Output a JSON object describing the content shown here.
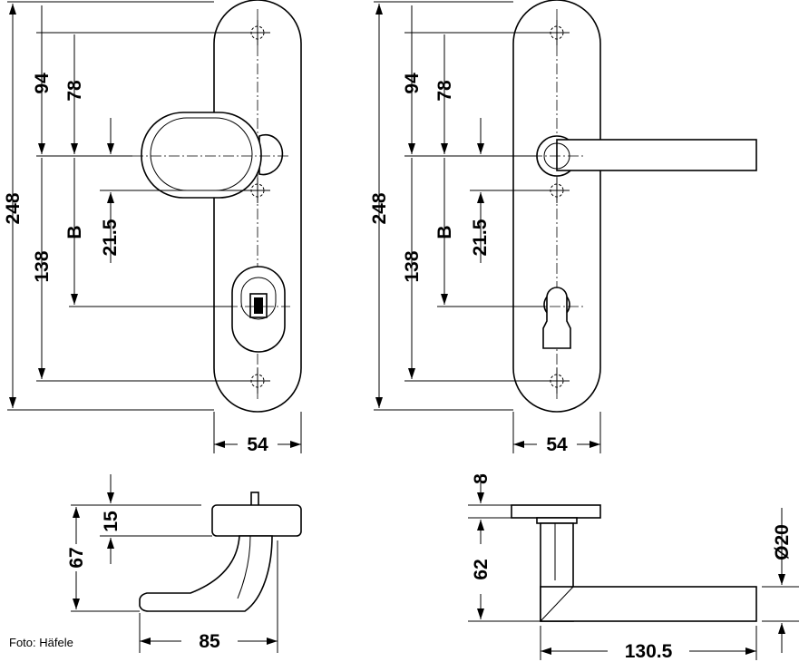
{
  "drawing": {
    "left_view": {
      "total_height": "248",
      "upper_to_screw": "94",
      "upper_to_handle": "78",
      "backset": "B",
      "offset": "21.5",
      "lower_to_screw": "138",
      "plate_width": "54"
    },
    "right_view": {
      "total_height": "248",
      "upper_to_screw": "94",
      "upper_to_handle": "78",
      "backset": "B",
      "offset": "21.5",
      "lower_to_screw": "138",
      "plate_width": "54"
    },
    "knob_profile": {
      "rose_height": "15",
      "total_height": "67",
      "projection": "85"
    },
    "lever_profile": {
      "rose_thickness": "8",
      "height": "62",
      "diameter": "Ø20",
      "projection": "130.5"
    }
  },
  "credit": "Foto: Häfele"
}
